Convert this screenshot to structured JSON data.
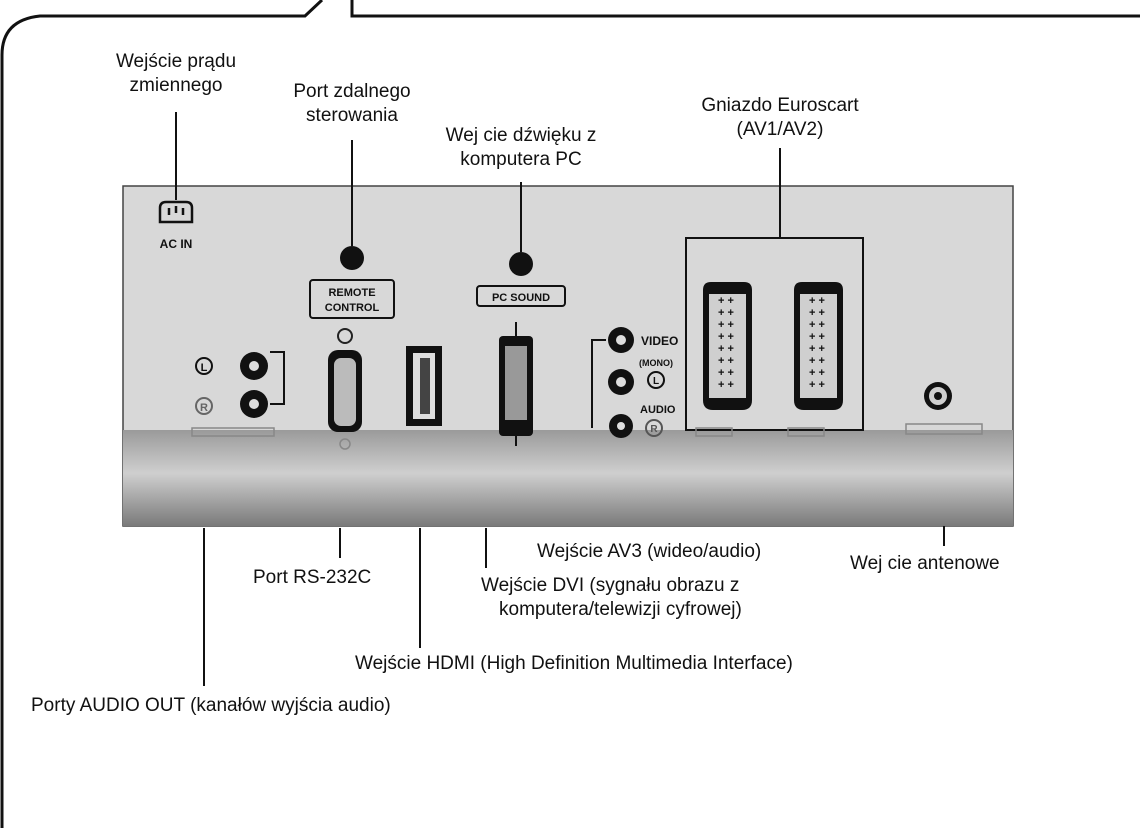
{
  "callouts": {
    "ac_power_line1": "Wejście prądu",
    "ac_power_line2": "zmiennego",
    "remote_line1": "Port zdalnego",
    "remote_line2": "sterowania",
    "pc_sound_line1": "Wej cie dźwięku z",
    "pc_sound_line2": "komputera PC",
    "euroscart_line1": "Gniazdo Euroscart",
    "euroscart_line2": "(AV1/AV2)",
    "av3": "Wejście AV3 (wideo/audio)",
    "antenna": "Wej cie antenowe",
    "rs232": "Port RS-232C",
    "dvi_line1": "Wejście DVI (sygnału obrazu z",
    "dvi_line2": "komputera/telewizji cyfrowej)",
    "hdmi": "Wejście HDMI (High Definition Multimedia Interface)",
    "audio_out": "Porty AUDIO OUT (kanałów wyjścia audio)"
  },
  "panel_labels": {
    "ac_in": "AC IN",
    "remote_line1": "REMOTE",
    "remote_line2": "CONTROL",
    "pc_sound": "PC SOUND",
    "video": "VIDEO",
    "mono": "(MONO)",
    "audio": "AUDIO",
    "left": "L",
    "right": "R"
  }
}
